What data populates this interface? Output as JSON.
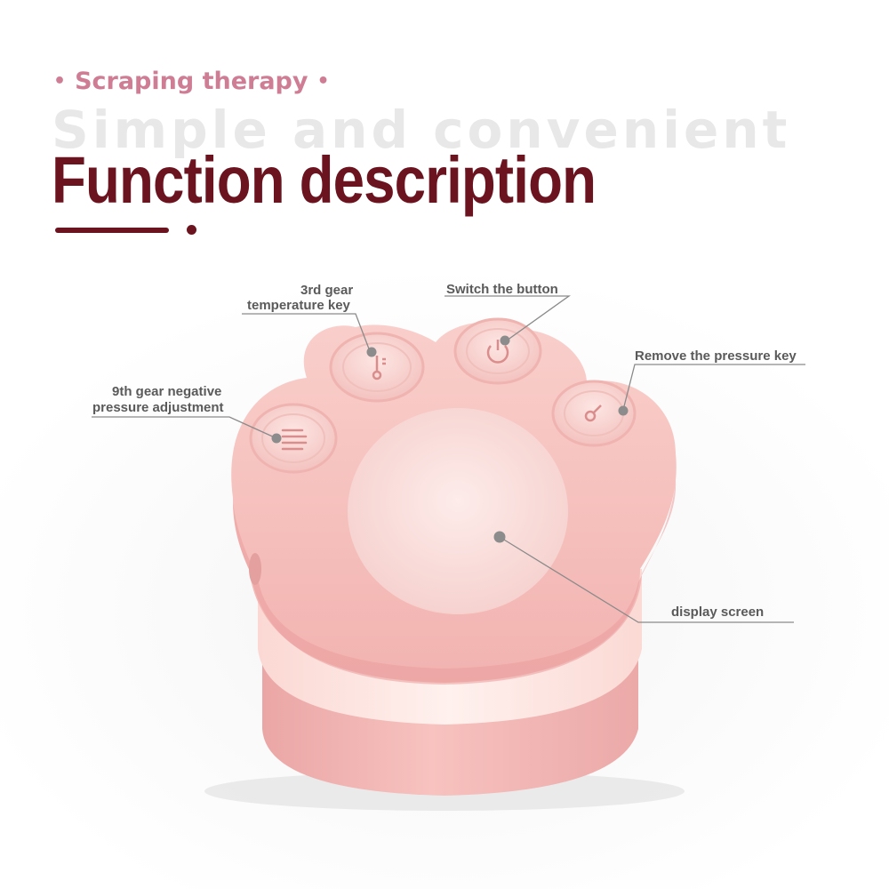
{
  "header": {
    "tagline": "Scraping therapy",
    "watermark": "Simple and convenient",
    "title": "Function description"
  },
  "callouts": {
    "temperature_key_line1": "3rd gear",
    "temperature_key_line2": "temperature key",
    "switch_button": "Switch the button",
    "remove_pressure_key": "Remove the pressure key",
    "negative_pressure_line1": "9th gear negative",
    "negative_pressure_line2": "pressure adjustment",
    "display_screen": "display screen"
  },
  "colors": {
    "accent_pink": "#cf7d95",
    "title_maroon": "#6b1420",
    "watermark_gray": "#e8e8e8",
    "device_pink": "#f3b7b4",
    "device_band": "#fde4e0"
  }
}
